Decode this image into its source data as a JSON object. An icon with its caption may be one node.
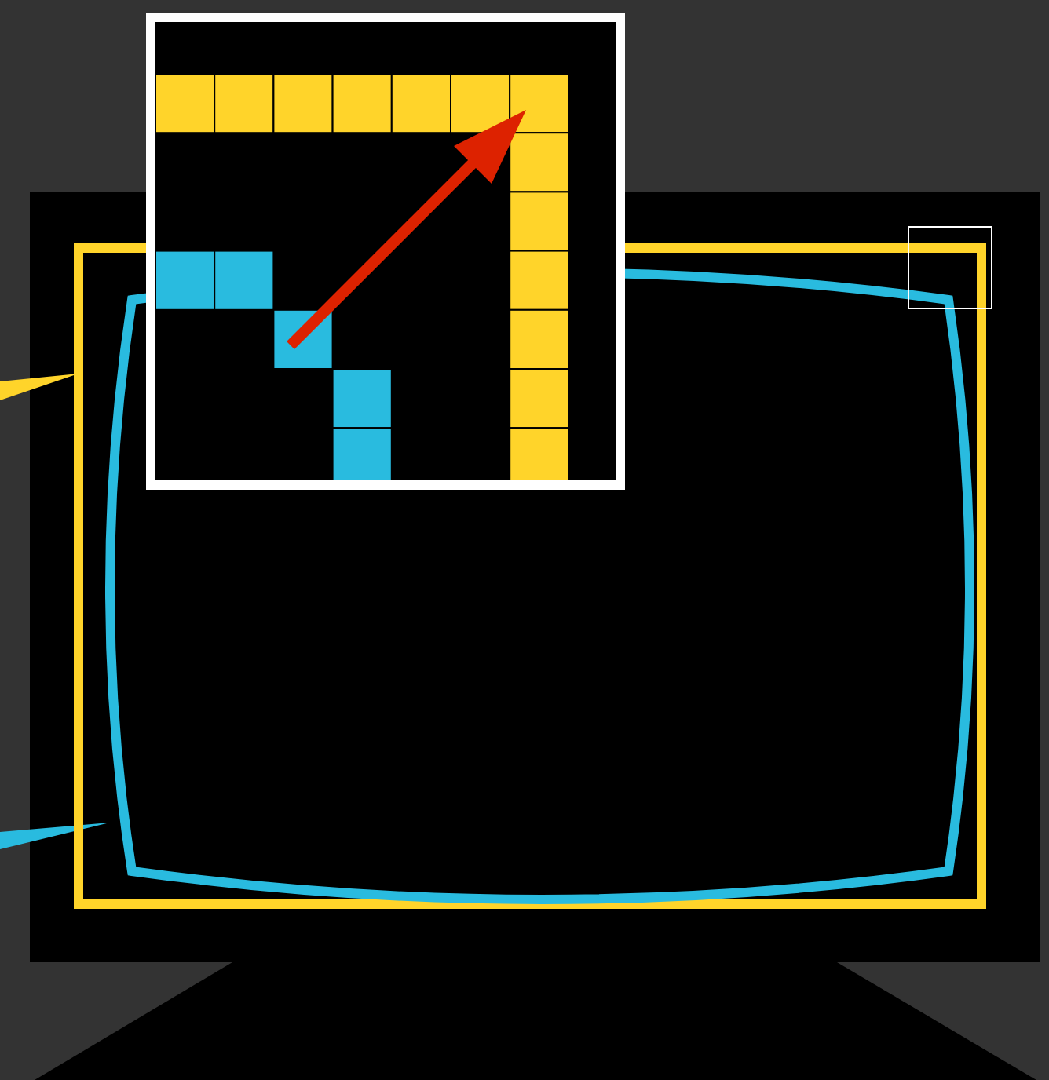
{
  "diagram": {
    "nodes": [
      {
        "text": [],
        "shape": "box"
      },
      {
        "text": [],
        "shape": "box",
        "in": 0
      },
      {
        "text": [],
        "shape": "box"
      },
      {
        "text": [],
        "shape": "box"
      }
    ],
    "edges": [
      {
        "from": null,
        "to": 0,
        "arrow": "to",
        "color": "#ffd42a"
      },
      {
        "from": null,
        "to": 1,
        "arrow": "to",
        "color": "#29bbdf"
      }
    ]
  }
}
